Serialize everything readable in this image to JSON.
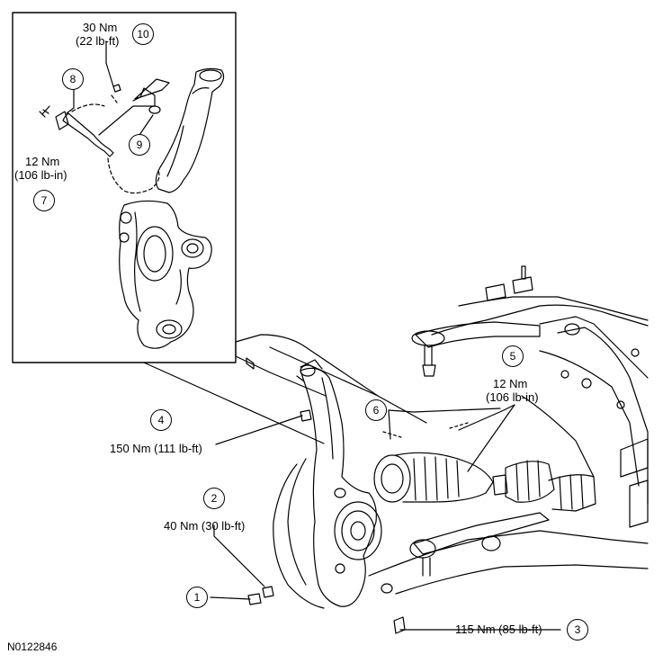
{
  "figure_id": "N0122846",
  "callouts": [
    {
      "num": "1"
    },
    {
      "num": "2",
      "torque": "40 Nm (30 lb-ft)"
    },
    {
      "num": "3",
      "torque": "115 Nm (85 lb-ft)"
    },
    {
      "num": "4",
      "torque": "150 Nm (111 lb-ft)"
    },
    {
      "num": "5",
      "torque_nm": "12 Nm",
      "torque_imp": "(106 lb-in)"
    },
    {
      "num": "6"
    },
    {
      "num": "7",
      "torque_nm": "12 Nm",
      "torque_imp": "(106 lb-in)"
    },
    {
      "num": "8"
    },
    {
      "num": "9"
    },
    {
      "num": "10",
      "torque_nm": "30 Nm",
      "torque_imp": "(22 lb-ft)"
    }
  ]
}
